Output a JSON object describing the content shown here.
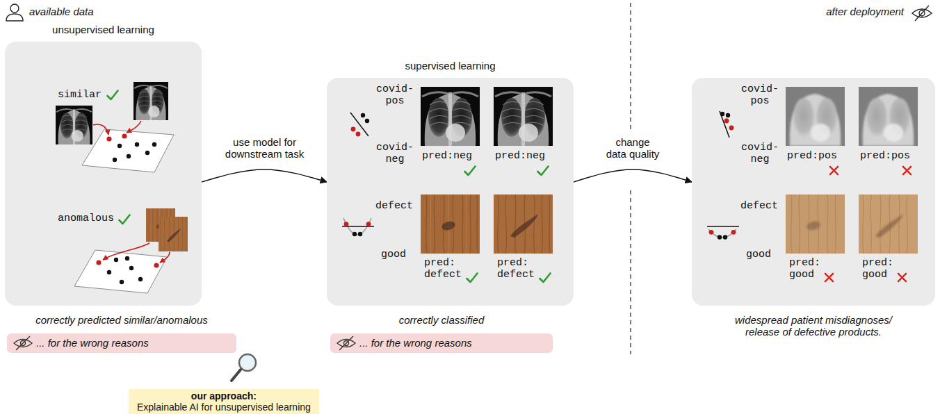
{
  "diagram": {
    "nodes": [
      {
        "text": [
          "unsupervised learning",
          "similar",
          "anomalous"
        ]
      },
      {
        "text": [
          "supervised learning",
          "covid-pos",
          "covid-neg",
          "pred:neg",
          "pred:neg",
          "defect",
          "good",
          "pred: defect",
          "pred: defect"
        ]
      },
      {
        "text": [
          "covid-pos",
          "covid-neg",
          "pred:pos",
          "pred:pos",
          "defect",
          "good",
          "pred: good",
          "pred: good"
        ]
      },
      {
        "text": [
          "... for the wrong reasons"
        ]
      },
      {
        "text": [
          "... for the wrong reasons"
        ]
      },
      {
        "text": [
          "our approach:",
          "Explainable AI for unsupervised learning"
        ]
      }
    ],
    "edges": [
      {
        "from": 0,
        "to": 1,
        "arrow": "to",
        "label": "use model for downstream task"
      },
      {
        "from": 1,
        "to": 2,
        "arrow": "to",
        "label": "change data quality"
      }
    ],
    "labels": [
      "available data",
      "after deployment",
      "correctly predicted similar/anomalous",
      "correctly classified",
      "widespread patient misdiagnoses/ release of defective products."
    ]
  }
}
